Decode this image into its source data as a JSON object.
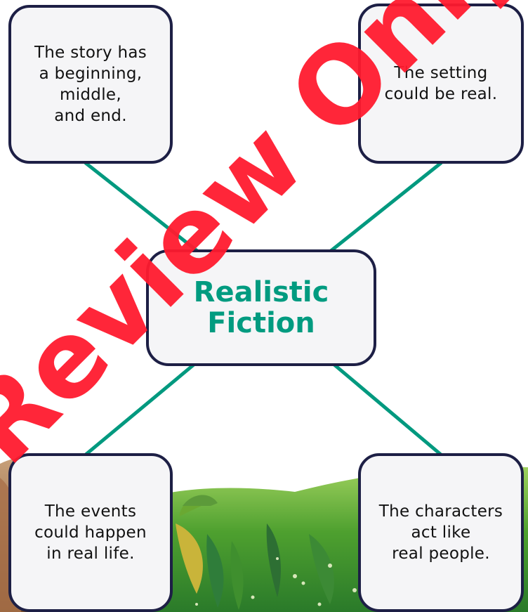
{
  "center_topic": "Realistic\nFiction",
  "traits": {
    "top_left": "The story has\na beginning,\nmiddle,\nand end.",
    "top_right": "The setting\ncould be real.",
    "bottom_left": "The events\ncould happen\nin real life.",
    "bottom_right": "The characters\nact like\nreal people."
  },
  "watermark_text": "Review Only",
  "colors": {
    "connector": "#00997f",
    "box_border": "#1d1f45",
    "box_fill": "#f5f5f7",
    "center_text": "#009b80",
    "watermark": "#ff1a2e",
    "grass": "#4ea02f"
  }
}
